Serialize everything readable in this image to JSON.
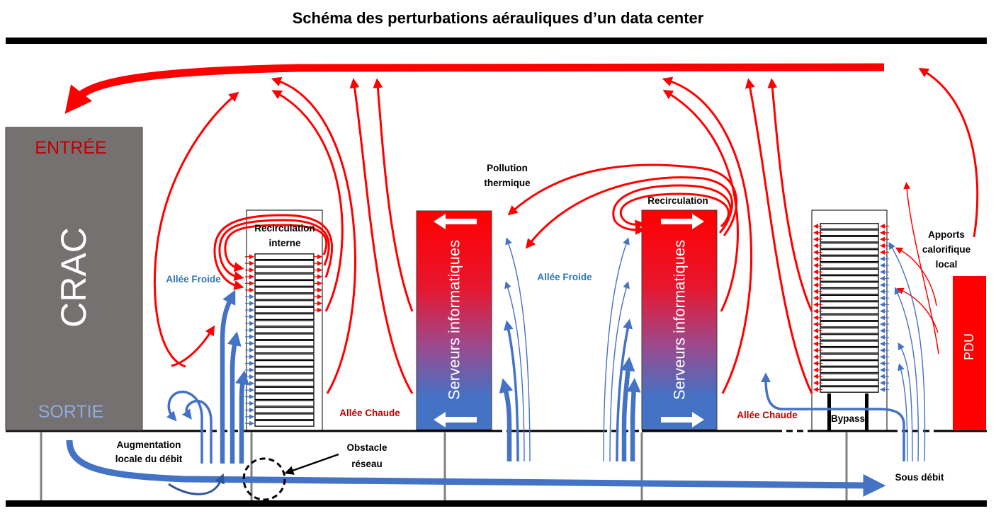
{
  "title": "Schéma des perturbations aérauliques d’un data center",
  "crac": {
    "label": "CRAC",
    "inlet": "ENTRÉE",
    "outlet": "SORTIE"
  },
  "rack_left": {
    "recirculation_line1": "Recirculation",
    "recirculation_line2": "interne"
  },
  "server_left": {
    "label": "Serveurs informatiques"
  },
  "server_right": {
    "label": "Serveurs informatiques",
    "recirculation": "Recirculation"
  },
  "rack_right": {
    "bypass": "Bypass"
  },
  "pdu": {
    "label": "PDU"
  },
  "aisles": {
    "cold_left": "Allée Froide",
    "cold_center": "Allée Froide",
    "hot_left": "Allée Chaude",
    "hot_right": "Allée Chaude"
  },
  "annotations": {
    "thermal_pollution": [
      "Pollution",
      "thermique"
    ],
    "local_heat_gain": [
      "Apports",
      "calorifique",
      "local"
    ],
    "local_flow_increase": [
      "Augmentation",
      "locale du débit"
    ],
    "network_obstacle": [
      "Obstacle",
      "réseau"
    ],
    "under_flow": "Sous débit"
  },
  "colors": {
    "hot_air": "#ff0000",
    "cold_air": "#4472c4",
    "plenum_return": "#2f5597",
    "hot_label": "#c00000",
    "cold_label": "#2e75b6",
    "outlet_label": "#8faadc",
    "crac_unit": "#767171"
  }
}
